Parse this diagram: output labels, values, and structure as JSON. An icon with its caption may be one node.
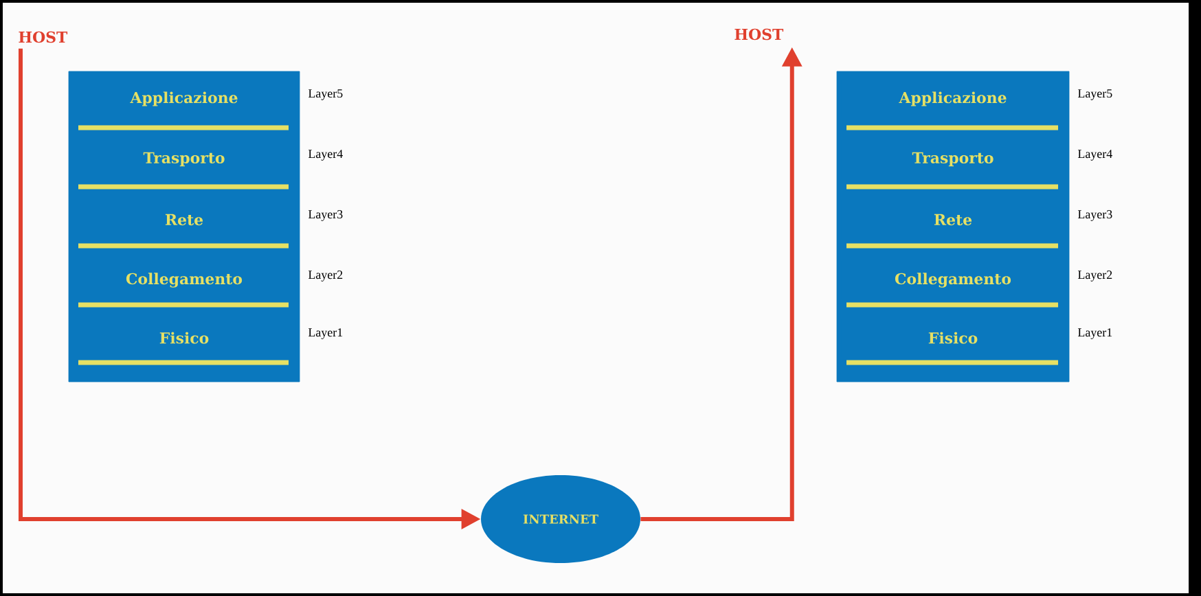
{
  "diagram": {
    "nodes": [
      {
        "text": [
          "HOST"
        ]
      },
      {
        "text": [],
        "shape": "box"
      },
      {
        "text": [
          "Applicazione"
        ],
        "in": 1
      },
      {
        "text": [
          "Trasporto"
        ],
        "in": 1
      },
      {
        "text": [
          "Rete"
        ],
        "in": 1
      },
      {
        "text": [
          "Collegamento"
        ],
        "in": 1
      },
      {
        "text": [
          "Fisico"
        ],
        "in": 1
      },
      {
        "text": [
          "HOST"
        ]
      },
      {
        "text": [],
        "shape": "box"
      },
      {
        "text": [
          "Applicazione"
        ],
        "in": 8
      },
      {
        "text": [
          "Trasporto"
        ],
        "in": 8
      },
      {
        "text": [
          "Rete"
        ],
        "in": 8
      },
      {
        "text": [
          "Collegamento"
        ],
        "in": 8
      },
      {
        "text": [
          "Fisico"
        ],
        "in": 8
      },
      {
        "text": [
          "INTERNET"
        ]
      }
    ],
    "edges": [
      {
        "from": 0,
        "to": 14,
        "arrow": "to"
      },
      {
        "from": 14,
        "to": 7,
        "arrow": "to"
      }
    ],
    "labels": [
      "Layer5",
      "Layer4",
      "Layer3",
      "Layer2",
      "Layer1",
      "Layer5",
      "Layer4",
      "Layer3",
      "Layer2",
      "Layer1"
    ]
  }
}
